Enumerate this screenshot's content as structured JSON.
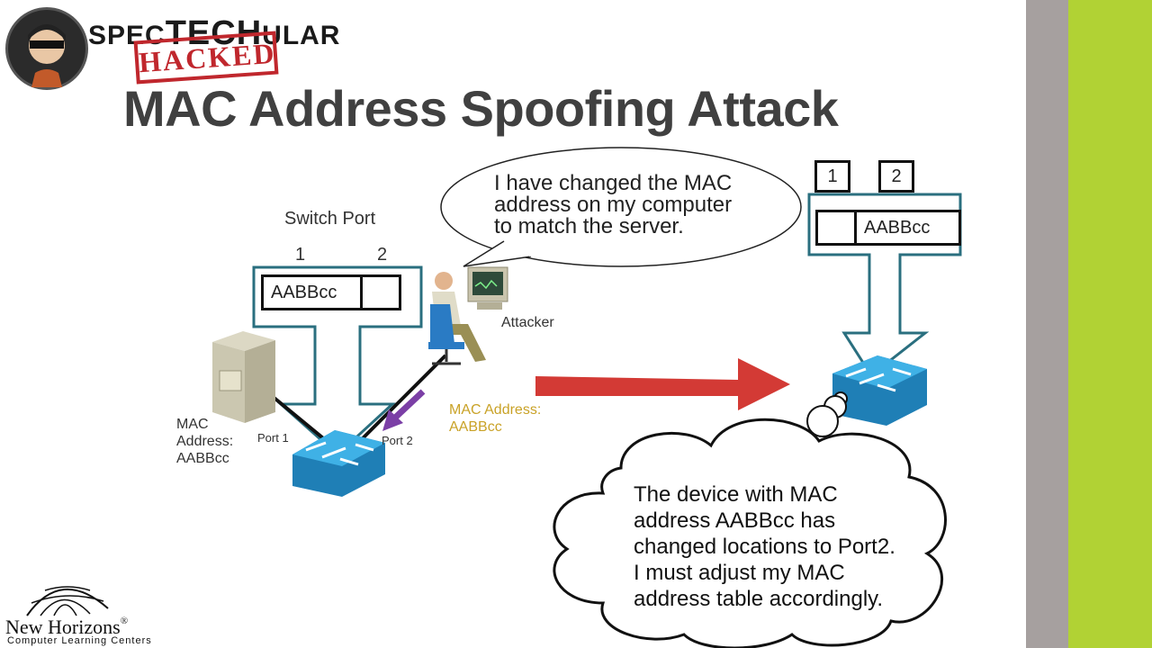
{
  "brand": {
    "name_left": "SPEC",
    "name_mid": "TECH",
    "name_right": "ULAR",
    "stamp": "HACKED"
  },
  "title": "MAC Address Spoofing Attack",
  "left_table": {
    "heading": "Switch Port",
    "port1": "1",
    "port2": "2",
    "cell1": "AABBcc",
    "cell2": ""
  },
  "right_table": {
    "port1": "1",
    "port2": "2",
    "cell1": "",
    "cell2": "AABBcc"
  },
  "speech": {
    "line1": "I have changed the MAC",
    "line2": "address on my computer",
    "line3": "to match the server."
  },
  "attacker_label": "Attacker",
  "server_mac": {
    "line1": "MAC",
    "line2": "Address:",
    "line3": "AABBcc"
  },
  "attacker_mac": {
    "line1": "MAC Address:",
    "line2": "AABBcc"
  },
  "port_labels": {
    "port1": "Port 1",
    "port2": "Port 2"
  },
  "cloud": {
    "line1": "The device with MAC",
    "line2": "address AABBcc has",
    "line3": "changed locations to Port2.",
    "line4": "I must adjust my MAC",
    "line5": "address table accordingly."
  },
  "footer_logo": {
    "name": "New Horizons",
    "reg": "®",
    "tagline": "Computer Learning Centers"
  },
  "colors": {
    "title": "#404040",
    "arrow_red": "#d33a35",
    "arrow_purple": "#7b3fa6",
    "table_border": "#2a6f7f",
    "switch_blue": "#2e9fd8",
    "side_gray": "#a6a09f",
    "side_green": "#b1d234",
    "mac_gold": "#c9a227"
  }
}
